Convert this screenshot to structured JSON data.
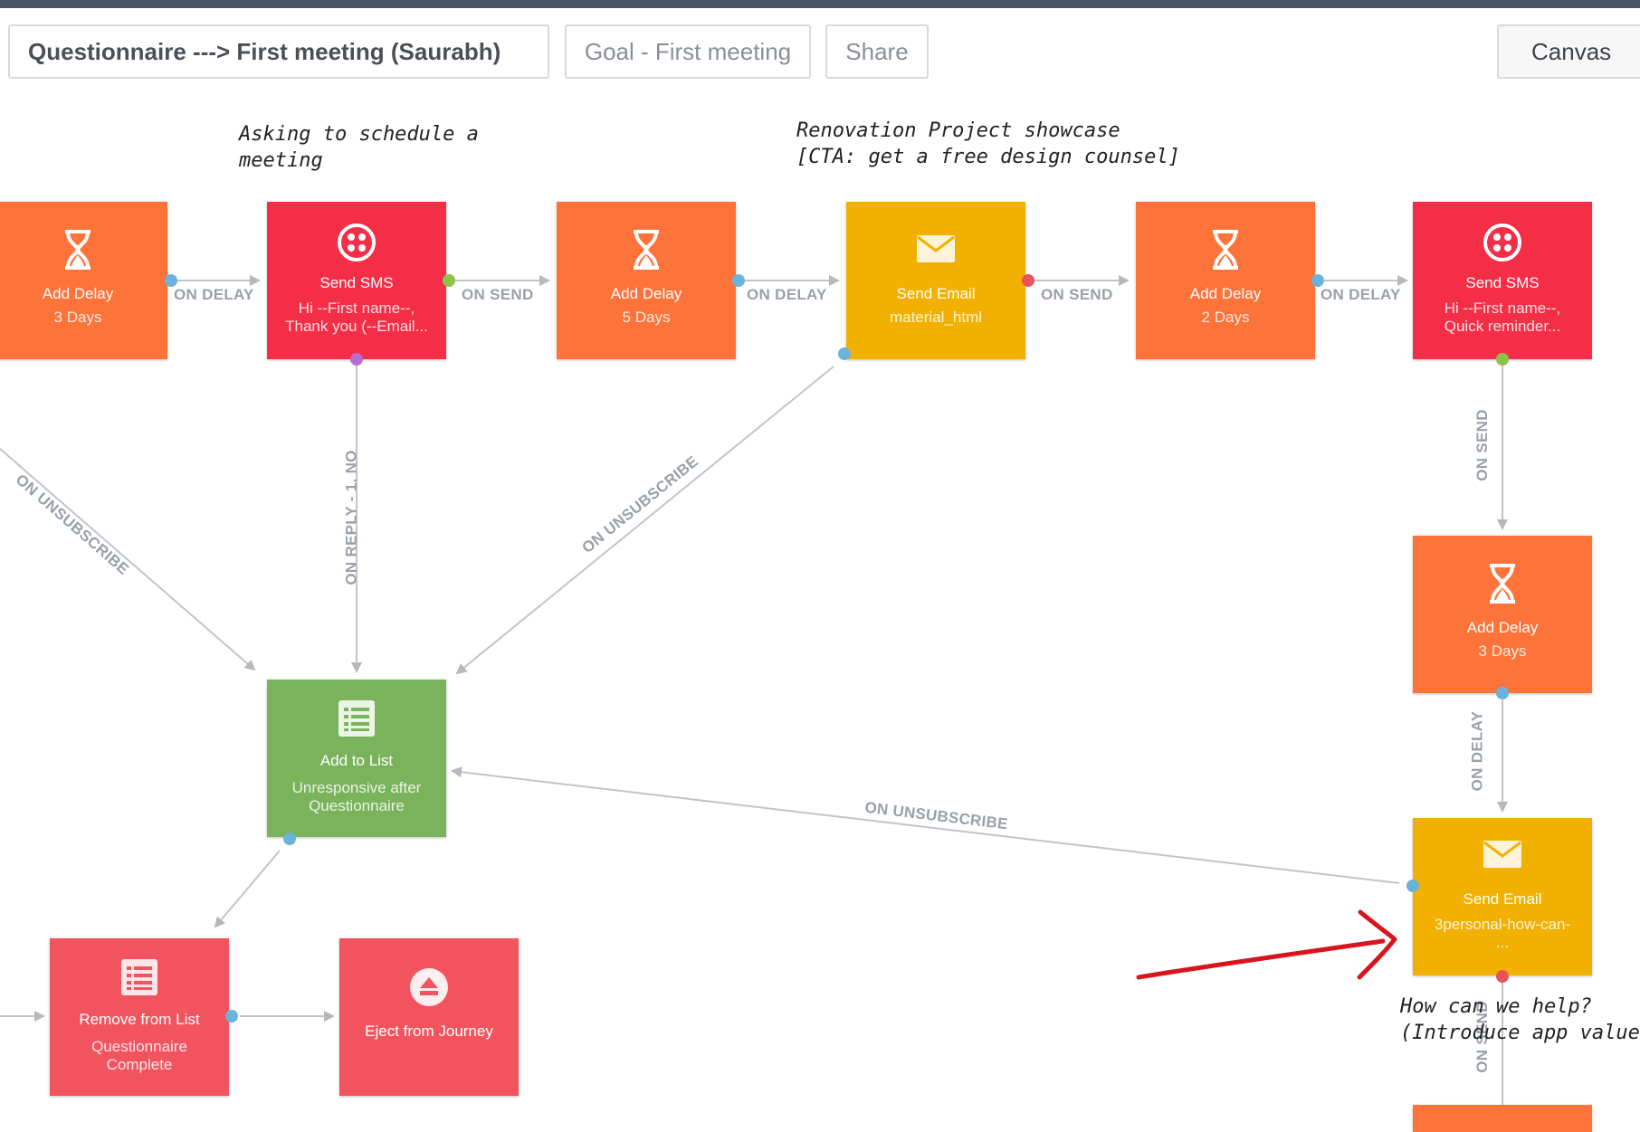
{
  "toolbar": {
    "journey_title": "Questionnaire ---> First meeting (Saurabh)",
    "goal_label": "Goal - First meeting",
    "share_label": "Share",
    "canvas_label": "Canvas"
  },
  "notes": {
    "schedule_meeting": "Asking to schedule a\nmeeting",
    "renovation": "Renovation Project showcase\n[CTA: get a free design counsel]",
    "how_help": "How can we help?\n(Introduce app value)"
  },
  "nodes": {
    "delay_1": {
      "title": "Add Delay",
      "subtitle": "3 Days"
    },
    "sms_1": {
      "title": "Send SMS",
      "subtitle": "Hi --First name--,\nThank you (--Email..."
    },
    "delay_2": {
      "title": "Add Delay",
      "subtitle": "5 Days"
    },
    "email_1": {
      "title": "Send Email",
      "subtitle": "material_html"
    },
    "delay_3": {
      "title": "Add Delay",
      "subtitle": "2 Days"
    },
    "sms_2": {
      "title": "Send SMS",
      "subtitle": "Hi --First name--,\nQuick reminder..."
    },
    "delay_4": {
      "title": "Add Delay",
      "subtitle": "3 Days"
    },
    "email_2": {
      "title": "Send Email",
      "subtitle": "3personal-how-can-\n..."
    },
    "add_list": {
      "title": "Add to List",
      "subtitle": "Unresponsive after\nQuestionnaire"
    },
    "remove_list": {
      "title": "Remove from List",
      "subtitle": "Questionnaire\nComplete"
    },
    "eject": {
      "title": "Eject from Journey",
      "subtitle": ""
    }
  },
  "edge_labels": {
    "e1": "ON DELAY",
    "e2": "ON SEND",
    "e3": "ON DELAY",
    "e4": "ON SEND",
    "e5": "ON DELAY",
    "e6": "ON SEND",
    "e7": "ON DELAY",
    "e8": "ON SEND",
    "unsub_left": "ON UNSUBSCRIBE",
    "reply_no": "ON REPLY - 1. NO",
    "unsub_email": "ON UNSUBSCRIBE",
    "unsub_bottom": "ON UNSUBSCRIBE"
  },
  "colors": {
    "delay": "#fd733a",
    "sms": "#f42e47",
    "email": "#f2b100",
    "list_add": "#7ab35c",
    "list_remove": "#f1545f",
    "annotation_arrow": "#d8141e"
  }
}
